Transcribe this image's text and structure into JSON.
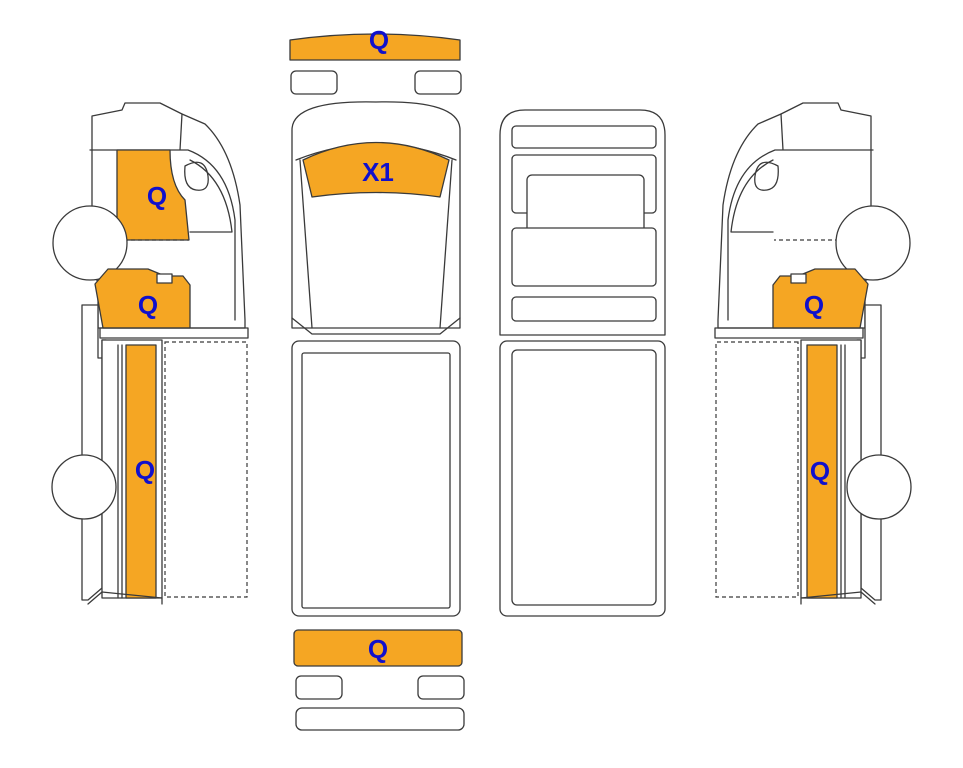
{
  "colors": {
    "damage_fill": "#F5A623",
    "label": "#1010CC",
    "outline": "#3a3a3a"
  },
  "labels": {
    "front_bumper": "Q",
    "windshield": "X1",
    "rear_bumper": "Q",
    "left_door": "Q",
    "left_fender": "Q",
    "left_side": "Q",
    "right_fender": "Q",
    "right_side": "Q"
  }
}
